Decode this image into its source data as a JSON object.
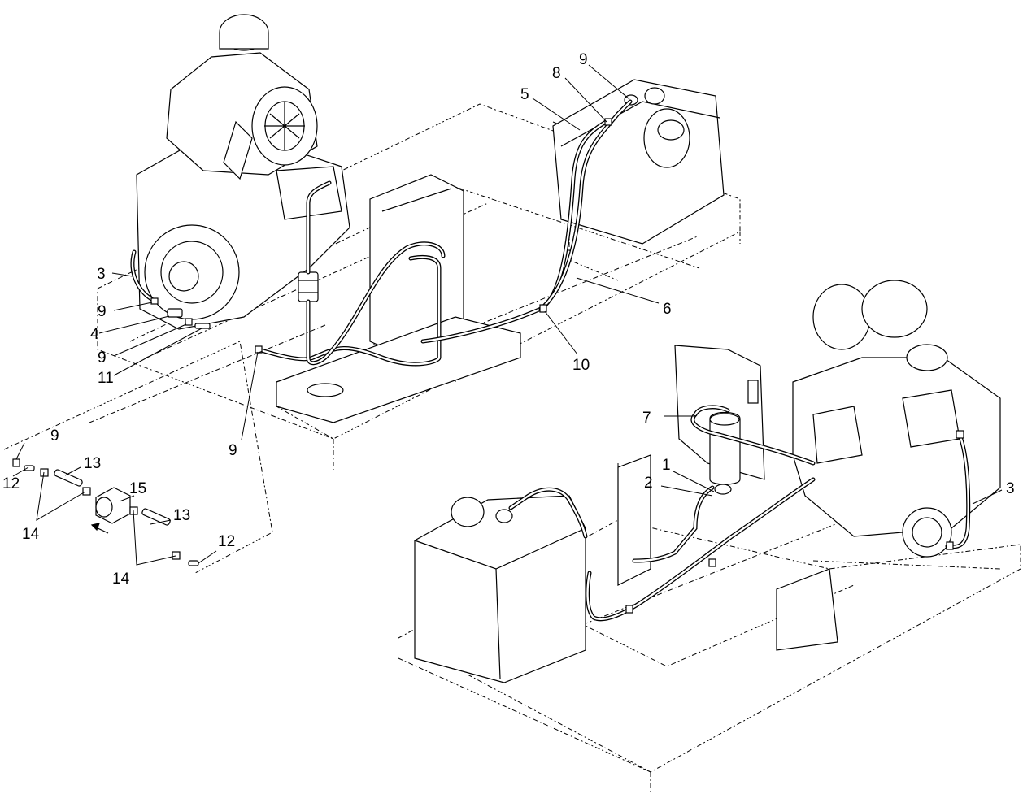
{
  "callouts": {
    "top_left_3": "3",
    "top_left_9a": "9",
    "top_left_4": "4",
    "top_left_9b": "9",
    "top_left_11": "11",
    "top_9_bottom": "9",
    "top_5": "5",
    "top_8": "8",
    "top_9_tank": "9",
    "top_6": "6",
    "top_10": "10",
    "detail_9": "9",
    "detail_12a": "12",
    "detail_13a": "13",
    "detail_14a": "14",
    "detail_15": "15",
    "detail_13b": "13",
    "detail_12b": "12",
    "detail_14b": "14",
    "bottom_7": "7",
    "bottom_1": "1",
    "bottom_2": "2",
    "bottom_3": "3"
  },
  "icons": {
    "flow_arrow": "flow-direction-arrow"
  }
}
